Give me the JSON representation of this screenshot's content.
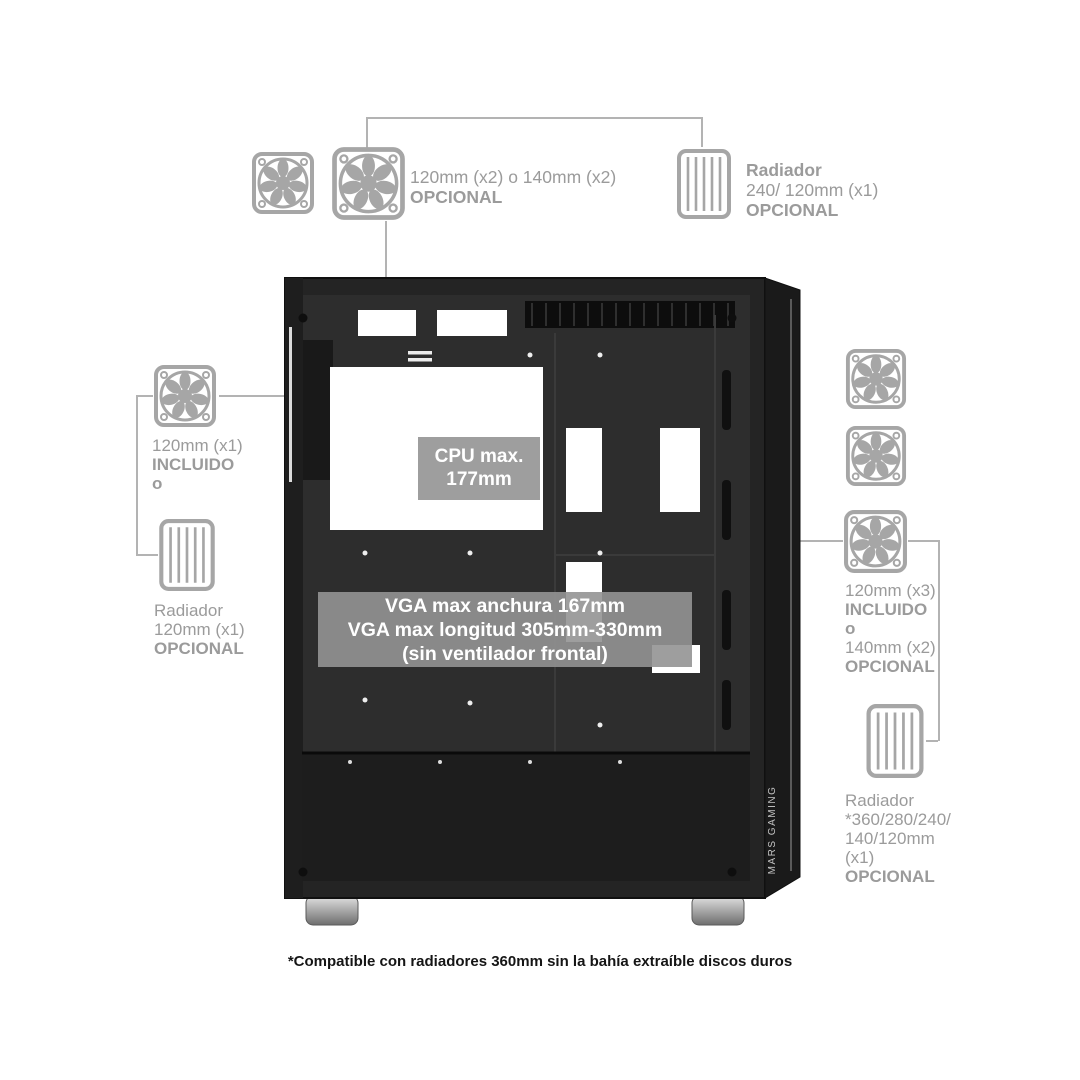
{
  "diagram": {
    "footnote": "*Compatible con radiadores 360mm sin la bahía extraíble discos duros"
  },
  "case": {
    "brand": "MARS GAMING"
  },
  "colors": {
    "annotation_text": "#9b9b9b",
    "icon_gray": "#a6a6a6",
    "connector_line": "#b3b3b3",
    "overlay_label_bg": "#949494",
    "overlay_label_text": "#ffffff",
    "case_body": "#242424",
    "footnote_text": "#151515"
  },
  "annotations": {
    "top_fans": {
      "line1": "120mm (x2) o 140mm (x2)",
      "line2": "OPCIONAL"
    },
    "top_radiator": {
      "line1": "Radiador",
      "line2": "240/ 120mm (x1)",
      "line3": "OPCIONAL"
    },
    "rear_fan": {
      "line1": "120mm (x1)",
      "line2": "INCLUIDO",
      "line3": "o"
    },
    "rear_radiator": {
      "line1": "Radiador",
      "line2": "120mm (x1)",
      "line3": "OPCIONAL"
    },
    "front_fans": {
      "line1": "120mm (x3)",
      "line2": "INCLUIDO",
      "line3": "o",
      "line4": "140mm (x2)",
      "line5": "OPCIONAL"
    },
    "front_radiator": {
      "line1": "Radiador",
      "line2": "*360/280/240/",
      "line3": "140/120mm",
      "line4": "(x1)",
      "line5": "OPCIONAL"
    },
    "cpu_clearance": {
      "line1": "CPU max.",
      "line2": "177mm"
    },
    "vga_clearance": {
      "line1": "VGA max anchura 167mm",
      "line2": "VGA max longitud 305mm-330mm",
      "line3": "(sin ventilador frontal)"
    }
  }
}
